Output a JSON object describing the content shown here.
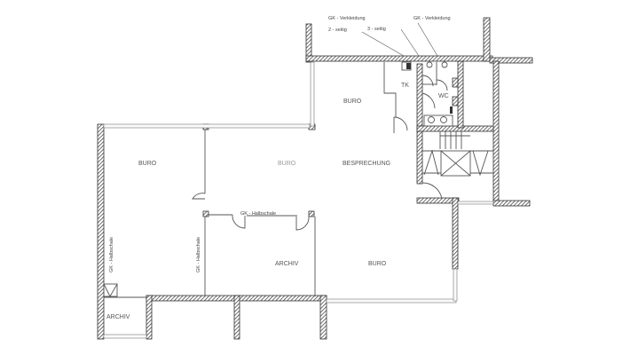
{
  "plan": {
    "annotations": {
      "gk_verkleidung_left": "GK - Verkleidung",
      "zwei_seitig": "2 - seitig",
      "drei_seitig": "3 - seitig",
      "gk_verkleidung_right": "GK - Verkleidung"
    },
    "rooms": {
      "buero_top": "BURO",
      "tk": "TK",
      "wc": "WC",
      "buero_left": "BURO",
      "buero_center": "BURO",
      "besprechung": "BESPRECHUNG",
      "archiv_center": "ARCHIV",
      "buero_bottom_right": "BURO",
      "archiv_small": "ARCHIV"
    },
    "partitions": {
      "gk_halbschale_horizontal": "GK - Halbschale",
      "gk_halbschale_left": "GK - Halbschale",
      "gk_halbschale_middle": "GK - Halbschale"
    }
  }
}
